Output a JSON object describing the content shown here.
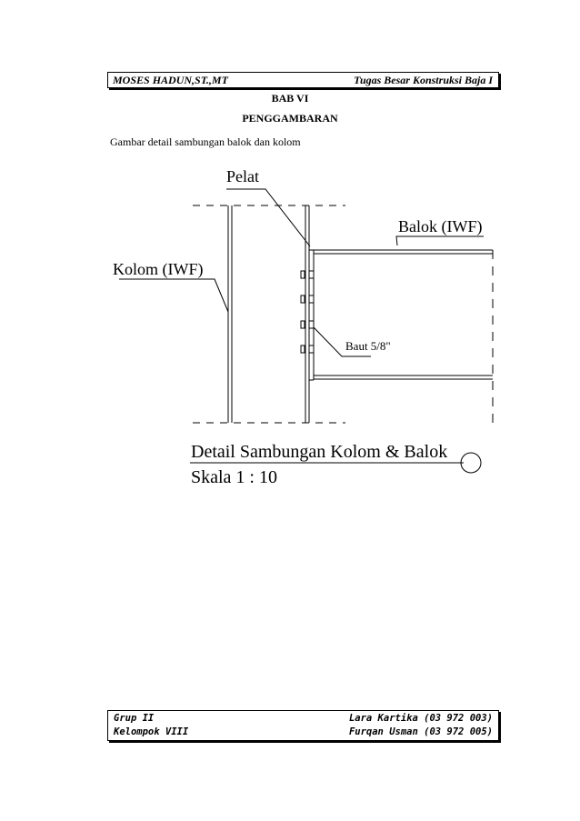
{
  "header": {
    "author": "MOSES HADUN,ST.,MT",
    "course": "Tugas Besar Konstruksi Baja I"
  },
  "chapter": {
    "number": "BAB VI",
    "title": "PENGGAMBARAN"
  },
  "intro": "Gambar detail sambungan balok dan kolom",
  "drawing": {
    "labels": {
      "plate": "Pelat",
      "beam": "Balok (IWF)",
      "column": "Kolom (IWF)",
      "bolt": "Baut 5/8\""
    },
    "title": "Detail Sambungan Kolom & Balok",
    "scale": "Skala 1 : 10"
  },
  "footer": {
    "group": "Grup II",
    "team": "Kelompok VIII",
    "member1": "Lara Kartika (03 972 003)",
    "member2": "Furqan Usman (03 972 005)"
  }
}
